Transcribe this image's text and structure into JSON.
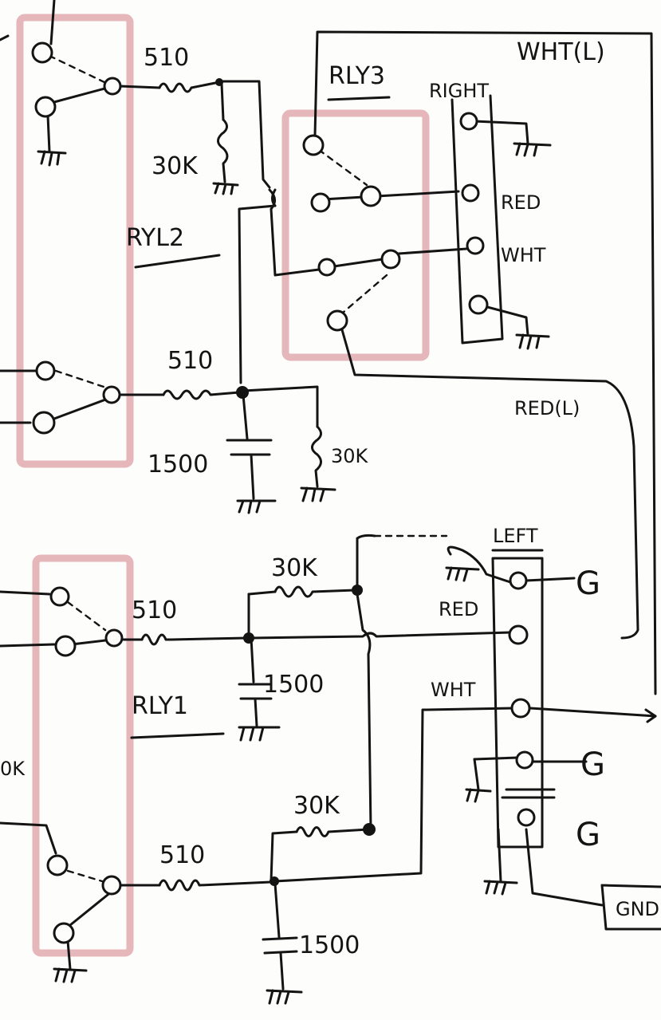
{
  "labels": {
    "rly1": "RLY1",
    "rly2": "RYL2",
    "rly3": "RLY3",
    "right_header": "RIGHT",
    "left_header": "LEFT",
    "wht_l": "WHT(L)",
    "red_l": "RED(L)",
    "red": "RED",
    "wht": "WHT",
    "gnd": "GND",
    "g": "G",
    "r510": "510",
    "r30k": "30K",
    "c1500": "1500",
    "partial_30k": "0K"
  },
  "colors": {
    "ink": "#141414",
    "paper": "#fdfdfb",
    "highlight": "#e2aaae"
  }
}
